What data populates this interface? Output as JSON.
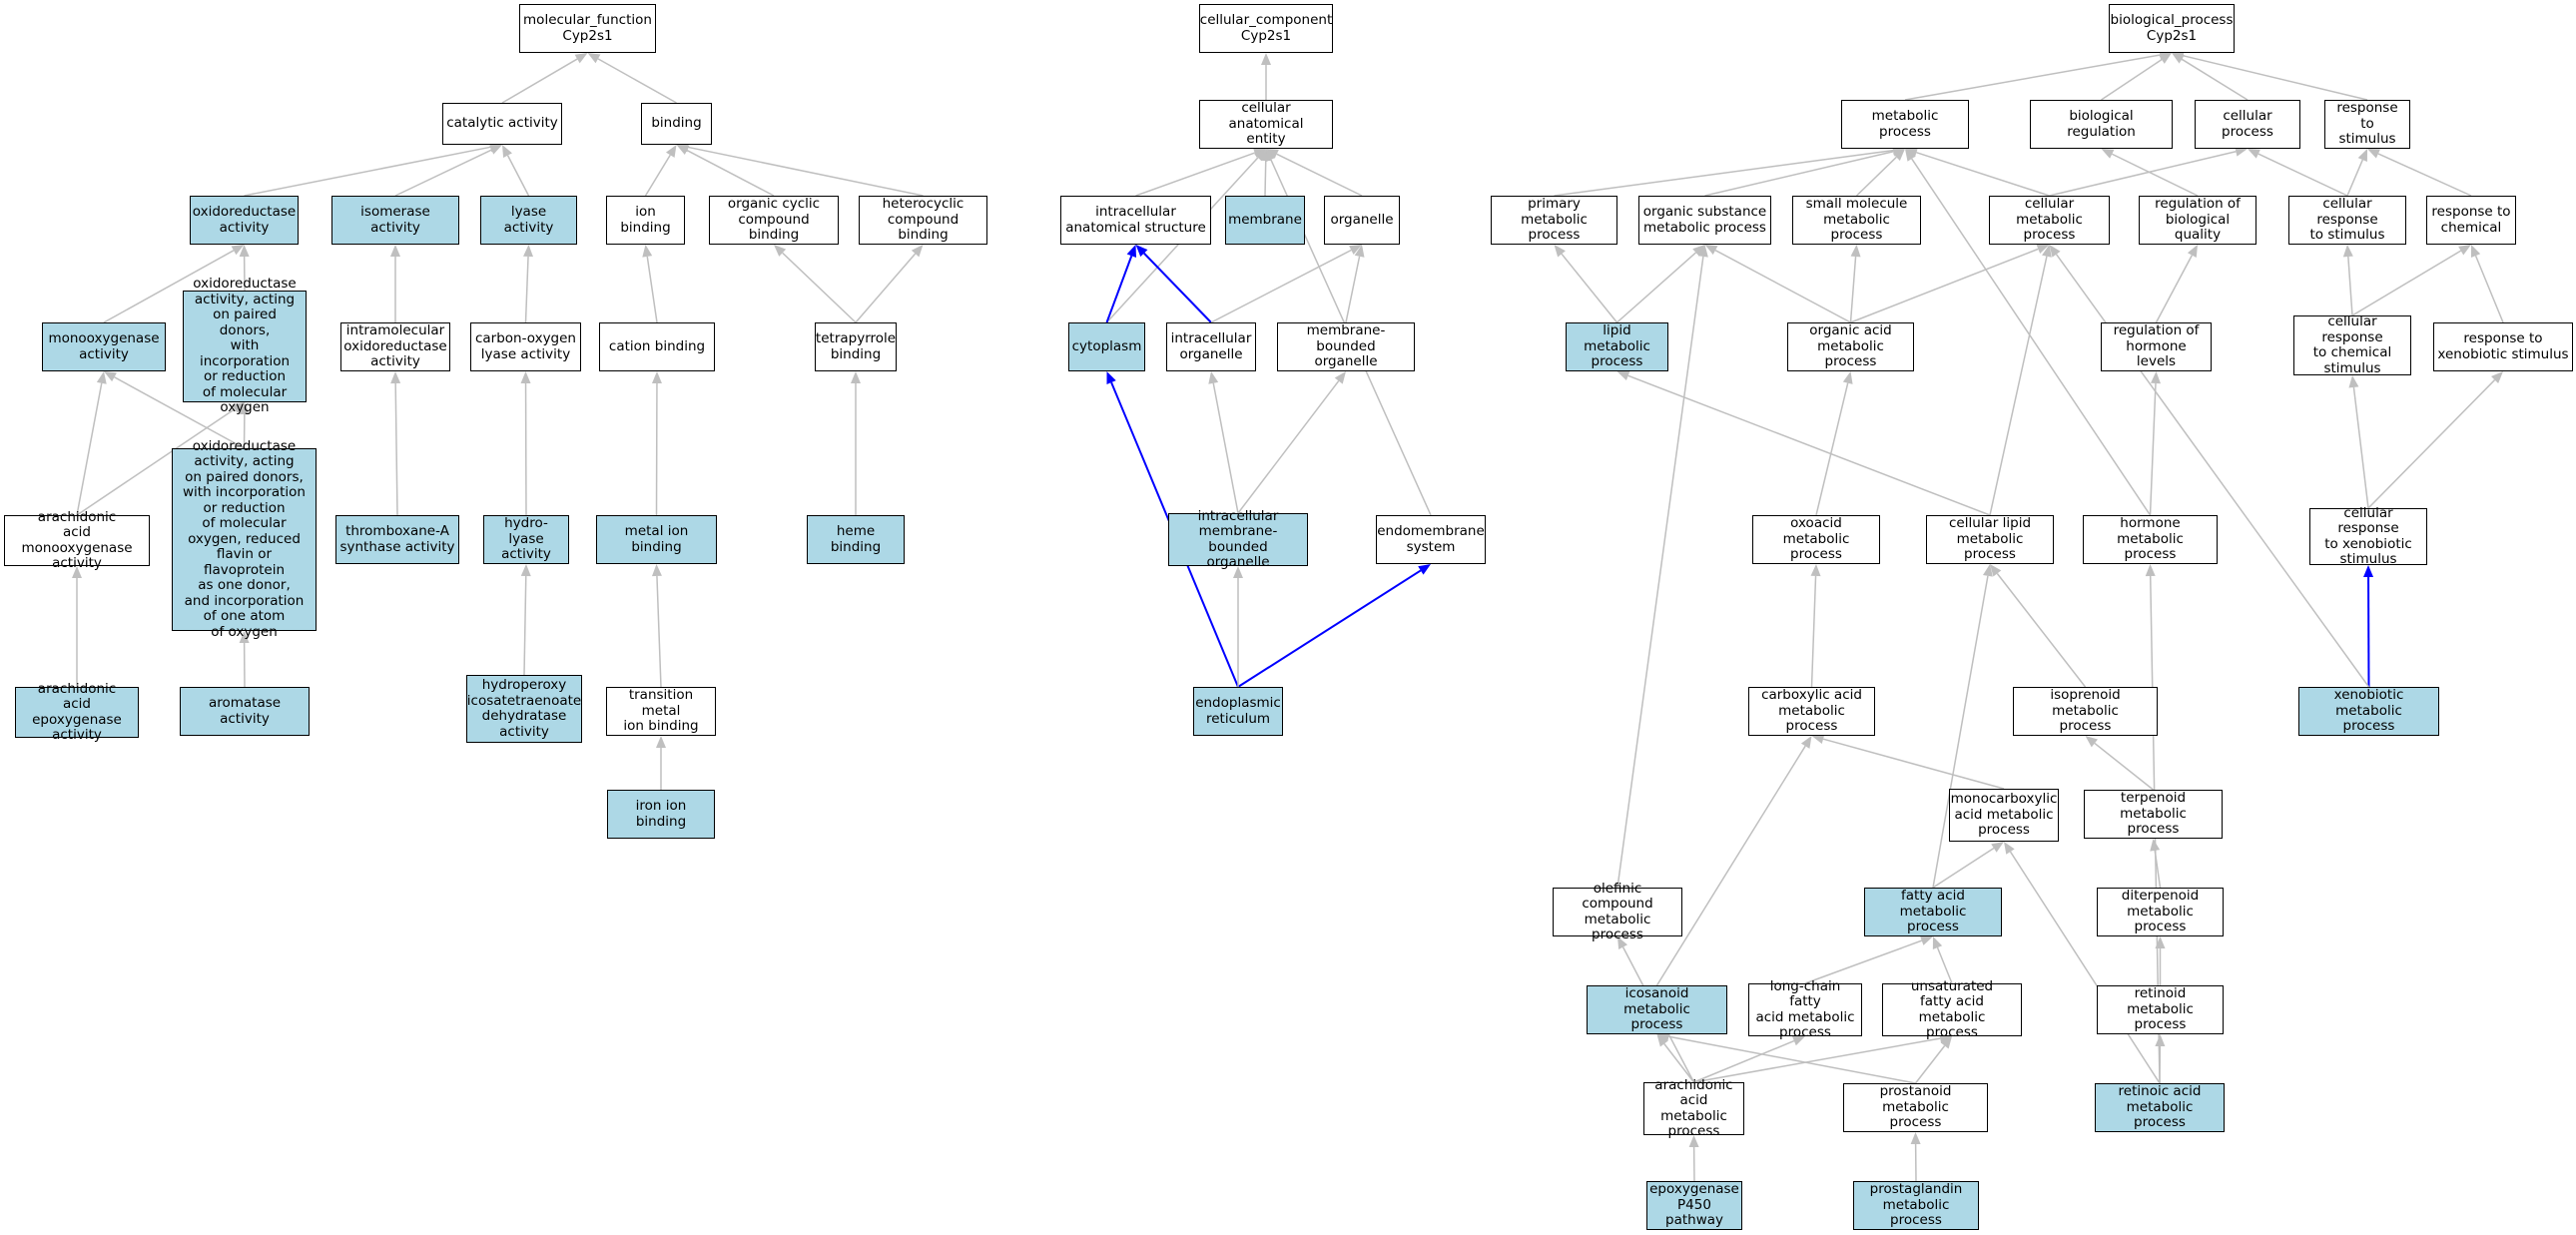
{
  "colors": {
    "highlight_fill": "#add8e6",
    "normal_fill": "#ffffff",
    "edge_gray": "#bfbfbf",
    "edge_path": "#0000ff"
  },
  "nodes": {
    "mf": {
      "label": "molecular_function\nCyp2s1",
      "hl": false
    },
    "catalytic": {
      "label": "catalytic activity",
      "hl": false
    },
    "binding": {
      "label": "binding",
      "hl": false
    },
    "oxidoreductase": {
      "label": "oxidoreductase\nactivity",
      "hl": true
    },
    "isomerase": {
      "label": "isomerase activity",
      "hl": true
    },
    "lyase": {
      "label": "lyase activity",
      "hl": true
    },
    "ionbinding": {
      "label": "ion binding",
      "hl": false
    },
    "orgcyclic": {
      "label": "organic cyclic\ncompound binding",
      "hl": false
    },
    "heterocyclic": {
      "label": "heterocyclic\ncompound binding",
      "hl": false
    },
    "monooxygenase": {
      "label": "monooxygenase\nactivity",
      "hl": true
    },
    "oxpaired": {
      "label": "oxidoreductase\nactivity, acting\non paired donors,\nwith incorporation\nor reduction\nof molecular\noxygen",
      "hl": true
    },
    "intramol": {
      "label": "intramolecular\noxidoreductase\nactivity",
      "hl": false
    },
    "carbonoxygen": {
      "label": "carbon-oxygen\nlyase activity",
      "hl": false
    },
    "cation": {
      "label": "cation binding",
      "hl": false
    },
    "tetrapyrrole": {
      "label": "tetrapyrrole\nbinding",
      "hl": false
    },
    "oxflavin": {
      "label": "oxidoreductase\nactivity, acting\non paired donors,\nwith incorporation\nor reduction\nof molecular\noxygen, reduced\nflavin or flavoprotein\nas one donor,\nand incorporation\nof one atom\nof oxygen",
      "hl": true
    },
    "aamonoox": {
      "label": "arachidonic\nacid monooxygenase\nactivity",
      "hl": false
    },
    "thromboxane": {
      "label": "thromboxane-A\nsynthase activity",
      "hl": true
    },
    "hydrolyase": {
      "label": "hydro-lyase\nactivity",
      "hl": true
    },
    "metalion": {
      "label": "metal ion binding",
      "hl": true
    },
    "heme": {
      "label": "heme binding",
      "hl": true
    },
    "aaepox": {
      "label": "arachidonic\nacid epoxygenase\nactivity",
      "hl": true
    },
    "aromatase": {
      "label": "aromatase activity",
      "hl": true
    },
    "hydroperoxy": {
      "label": "hydroperoxy\nicosatetraenoate\ndehydratase\nactivity",
      "hl": true
    },
    "transmetal": {
      "label": "transition metal\nion binding",
      "hl": false
    },
    "ironion": {
      "label": "iron ion binding",
      "hl": true
    },
    "cc": {
      "label": "cellular_component\nCyp2s1",
      "hl": false
    },
    "cae": {
      "label": "cellular anatomical\nentity",
      "hl": false
    },
    "ias": {
      "label": "intracellular\nanatomical structure",
      "hl": false
    },
    "membrane": {
      "label": "membrane",
      "hl": true
    },
    "organelle": {
      "label": "organelle",
      "hl": false
    },
    "cytoplasm": {
      "label": "cytoplasm",
      "hl": true
    },
    "intraorg": {
      "label": "intracellular\norganelle",
      "hl": false
    },
    "mbo": {
      "label": "membrane-bounded\norganelle",
      "hl": false
    },
    "imbo": {
      "label": "intracellular\nmembrane-bounded\norganelle",
      "hl": true
    },
    "endomem": {
      "label": "endomembrane\nsystem",
      "hl": false
    },
    "er": {
      "label": "endoplasmic\nreticulum",
      "hl": true
    },
    "bp": {
      "label": "biological_process\nCyp2s1",
      "hl": false
    },
    "metab": {
      "label": "metabolic process",
      "hl": false
    },
    "bioreg": {
      "label": "biological regulation",
      "hl": false
    },
    "cellproc": {
      "label": "cellular process",
      "hl": false
    },
    "respstim": {
      "label": "response to\nstimulus",
      "hl": false
    },
    "primmetab": {
      "label": "primary metabolic\nprocess",
      "hl": false
    },
    "orgsub": {
      "label": "organic substance\nmetabolic process",
      "hl": false
    },
    "smallmol": {
      "label": "small molecule\nmetabolic process",
      "hl": false
    },
    "cellmetab": {
      "label": "cellular metabolic\nprocess",
      "hl": false
    },
    "regbioq": {
      "label": "regulation of\nbiological quality",
      "hl": false
    },
    "cellresp": {
      "label": "cellular response\nto stimulus",
      "hl": false
    },
    "respchem": {
      "label": "response to\nchemical",
      "hl": false
    },
    "lipidmetab": {
      "label": "lipid metabolic\nprocess",
      "hl": true
    },
    "orgacid": {
      "label": "organic acid\nmetabolic process",
      "hl": false
    },
    "reghormone": {
      "label": "regulation of\nhormone levels",
      "hl": false
    },
    "cellrespchem": {
      "label": "cellular response\nto chemical\nstimulus",
      "hl": false
    },
    "respxeno": {
      "label": "response to\nxenobiotic stimulus",
      "hl": false
    },
    "oxoacid": {
      "label": "oxoacid metabolic\nprocess",
      "hl": false
    },
    "celllipid": {
      "label": "cellular lipid\nmetabolic process",
      "hl": false
    },
    "hormonemetab": {
      "label": "hormone metabolic\nprocess",
      "hl": false
    },
    "cellrespxeno": {
      "label": "cellular response\nto xenobiotic\nstimulus",
      "hl": false
    },
    "carboxylic": {
      "label": "carboxylic acid\nmetabolic process",
      "hl": false
    },
    "isoprenoid": {
      "label": "isoprenoid metabolic\nprocess",
      "hl": false
    },
    "xenobiotic": {
      "label": "xenobiotic metabolic\nprocess",
      "hl": true
    },
    "monocarb": {
      "label": "monocarboxylic\nacid metabolic\nprocess",
      "hl": false
    },
    "terpenoid": {
      "label": "terpenoid metabolic\nprocess",
      "hl": false
    },
    "olefinic": {
      "label": "olefinic compound\nmetabolic process",
      "hl": false
    },
    "fattyacid": {
      "label": "fatty acid metabolic\nprocess",
      "hl": true
    },
    "diterpenoid": {
      "label": "diterpenoid\nmetabolic process",
      "hl": false
    },
    "icosanoid": {
      "label": "icosanoid metabolic\nprocess",
      "hl": true
    },
    "longchain": {
      "label": "long-chain fatty\nacid metabolic\nprocess",
      "hl": false
    },
    "unsatfa": {
      "label": "unsaturated\nfatty acid metabolic\nprocess",
      "hl": false
    },
    "retinoid": {
      "label": "retinoid metabolic\nprocess",
      "hl": false
    },
    "aametab": {
      "label": "arachidonic\nacid metabolic\nprocess",
      "hl": false
    },
    "prostanoid": {
      "label": "prostanoid metabolic\nprocess",
      "hl": false
    },
    "retinoicacid": {
      "label": "retinoic acid\nmetabolic process",
      "hl": true
    },
    "epoxygenase": {
      "label": "epoxygenase\nP450 pathway",
      "hl": true
    },
    "prostaglandin": {
      "label": "prostaglandin\nmetabolic process",
      "hl": true
    }
  },
  "edges": [
    [
      "catalytic",
      "mf",
      0
    ],
    [
      "binding",
      "mf",
      0
    ],
    [
      "oxidoreductase",
      "catalytic",
      0
    ],
    [
      "isomerase",
      "catalytic",
      0
    ],
    [
      "lyase",
      "catalytic",
      0
    ],
    [
      "ionbinding",
      "binding",
      0
    ],
    [
      "orgcyclic",
      "binding",
      0
    ],
    [
      "heterocyclic",
      "binding",
      0
    ],
    [
      "monooxygenase",
      "oxidoreductase",
      0
    ],
    [
      "oxpaired",
      "oxidoreductase",
      0
    ],
    [
      "intramol",
      "isomerase",
      0
    ],
    [
      "carbonoxygen",
      "lyase",
      0
    ],
    [
      "cation",
      "ionbinding",
      0
    ],
    [
      "tetrapyrrole",
      "orgcyclic",
      0
    ],
    [
      "tetrapyrrole",
      "heterocyclic",
      0
    ],
    [
      "oxflavin",
      "oxpaired",
      0
    ],
    [
      "oxflavin",
      "monooxygenase",
      0
    ],
    [
      "aamonoox",
      "monooxygenase",
      0
    ],
    [
      "aamonoox",
      "oxpaired",
      0
    ],
    [
      "thromboxane",
      "intramol",
      0
    ],
    [
      "hydrolyase",
      "carbonoxygen",
      0
    ],
    [
      "metalion",
      "cation",
      0
    ],
    [
      "heme",
      "tetrapyrrole",
      0
    ],
    [
      "aaepox",
      "aamonoox",
      0
    ],
    [
      "aromatase",
      "oxflavin",
      0
    ],
    [
      "hydroperoxy",
      "hydrolyase",
      0
    ],
    [
      "transmetal",
      "metalion",
      0
    ],
    [
      "ironion",
      "transmetal",
      0
    ],
    [
      "cae",
      "cc",
      0
    ],
    [
      "ias",
      "cae",
      0
    ],
    [
      "membrane",
      "cae",
      0
    ],
    [
      "organelle",
      "cae",
      0
    ],
    [
      "cytoplasm",
      "cae",
      0
    ],
    [
      "endomem",
      "cae",
      0
    ],
    [
      "cytoplasm",
      "ias",
      1
    ],
    [
      "intraorg",
      "ias",
      1
    ],
    [
      "intraorg",
      "organelle",
      0
    ],
    [
      "mbo",
      "organelle",
      0
    ],
    [
      "imbo",
      "intraorg",
      0
    ],
    [
      "imbo",
      "mbo",
      0
    ],
    [
      "er",
      "cytoplasm",
      1
    ],
    [
      "er",
      "endomem",
      1
    ],
    [
      "er",
      "imbo",
      0
    ],
    [
      "metab",
      "bp",
      0
    ],
    [
      "bioreg",
      "bp",
      0
    ],
    [
      "cellproc",
      "bp",
      0
    ],
    [
      "respstim",
      "bp",
      0
    ],
    [
      "primmetab",
      "metab",
      0
    ],
    [
      "orgsub",
      "metab",
      0
    ],
    [
      "smallmol",
      "metab",
      0
    ],
    [
      "cellmetab",
      "metab",
      0
    ],
    [
      "cellmetab",
      "cellproc",
      0
    ],
    [
      "regbioq",
      "bioreg",
      0
    ],
    [
      "cellresp",
      "cellproc",
      0
    ],
    [
      "cellresp",
      "respstim",
      0
    ],
    [
      "respchem",
      "respstim",
      0
    ],
    [
      "lipidmetab",
      "primmetab",
      0
    ],
    [
      "lipidmetab",
      "orgsub",
      0
    ],
    [
      "orgacid",
      "orgsub",
      0
    ],
    [
      "orgacid",
      "smallmol",
      0
    ],
    [
      "orgacid",
      "cellmetab",
      0
    ],
    [
      "reghormone",
      "regbioq",
      0
    ],
    [
      "cellrespchem",
      "cellresp",
      0
    ],
    [
      "cellrespchem",
      "respchem",
      0
    ],
    [
      "respxeno",
      "respchem",
      0
    ],
    [
      "oxoacid",
      "orgacid",
      0
    ],
    [
      "celllipid",
      "lipidmetab",
      0
    ],
    [
      "celllipid",
      "cellmetab",
      0
    ],
    [
      "hormonemetab",
      "reghormone",
      0
    ],
    [
      "hormonemetab",
      "metab",
      0
    ],
    [
      "cellrespxeno",
      "cellrespchem",
      0
    ],
    [
      "cellrespxeno",
      "respxeno",
      0
    ],
    [
      "carboxylic",
      "oxoacid",
      0
    ],
    [
      "isoprenoid",
      "celllipid",
      0
    ],
    [
      "xenobiotic",
      "cellrespxeno",
      1
    ],
    [
      "xenobiotic",
      "cellmetab",
      0
    ],
    [
      "monocarb",
      "carboxylic",
      0
    ],
    [
      "terpenoid",
      "isoprenoid",
      0
    ],
    [
      "olefinic",
      "orgsub",
      0
    ],
    [
      "fattyacid",
      "monocarb",
      0
    ],
    [
      "fattyacid",
      "celllipid",
      0
    ],
    [
      "diterpenoid",
      "terpenoid",
      0
    ],
    [
      "icosanoid",
      "carboxylic",
      0
    ],
    [
      "longchain",
      "fattyacid",
      0
    ],
    [
      "unsatfa",
      "fattyacid",
      0
    ],
    [
      "retinoid",
      "diterpenoid",
      0
    ],
    [
      "aametab",
      "icosanoid",
      0
    ],
    [
      "aametab",
      "longchain",
      0
    ],
    [
      "aametab",
      "unsatfa",
      0
    ],
    [
      "aametab",
      "olefinic",
      0
    ],
    [
      "prostanoid",
      "icosanoid",
      0
    ],
    [
      "prostanoid",
      "unsatfa",
      0
    ],
    [
      "retinoicacid",
      "retinoid",
      0
    ],
    [
      "retinoicacid",
      "monocarb",
      0
    ],
    [
      "retinoicacid",
      "hormonemetab",
      0
    ],
    [
      "epoxygenase",
      "aametab",
      0
    ],
    [
      "prostaglandin",
      "prostanoid",
      0
    ]
  ]
}
